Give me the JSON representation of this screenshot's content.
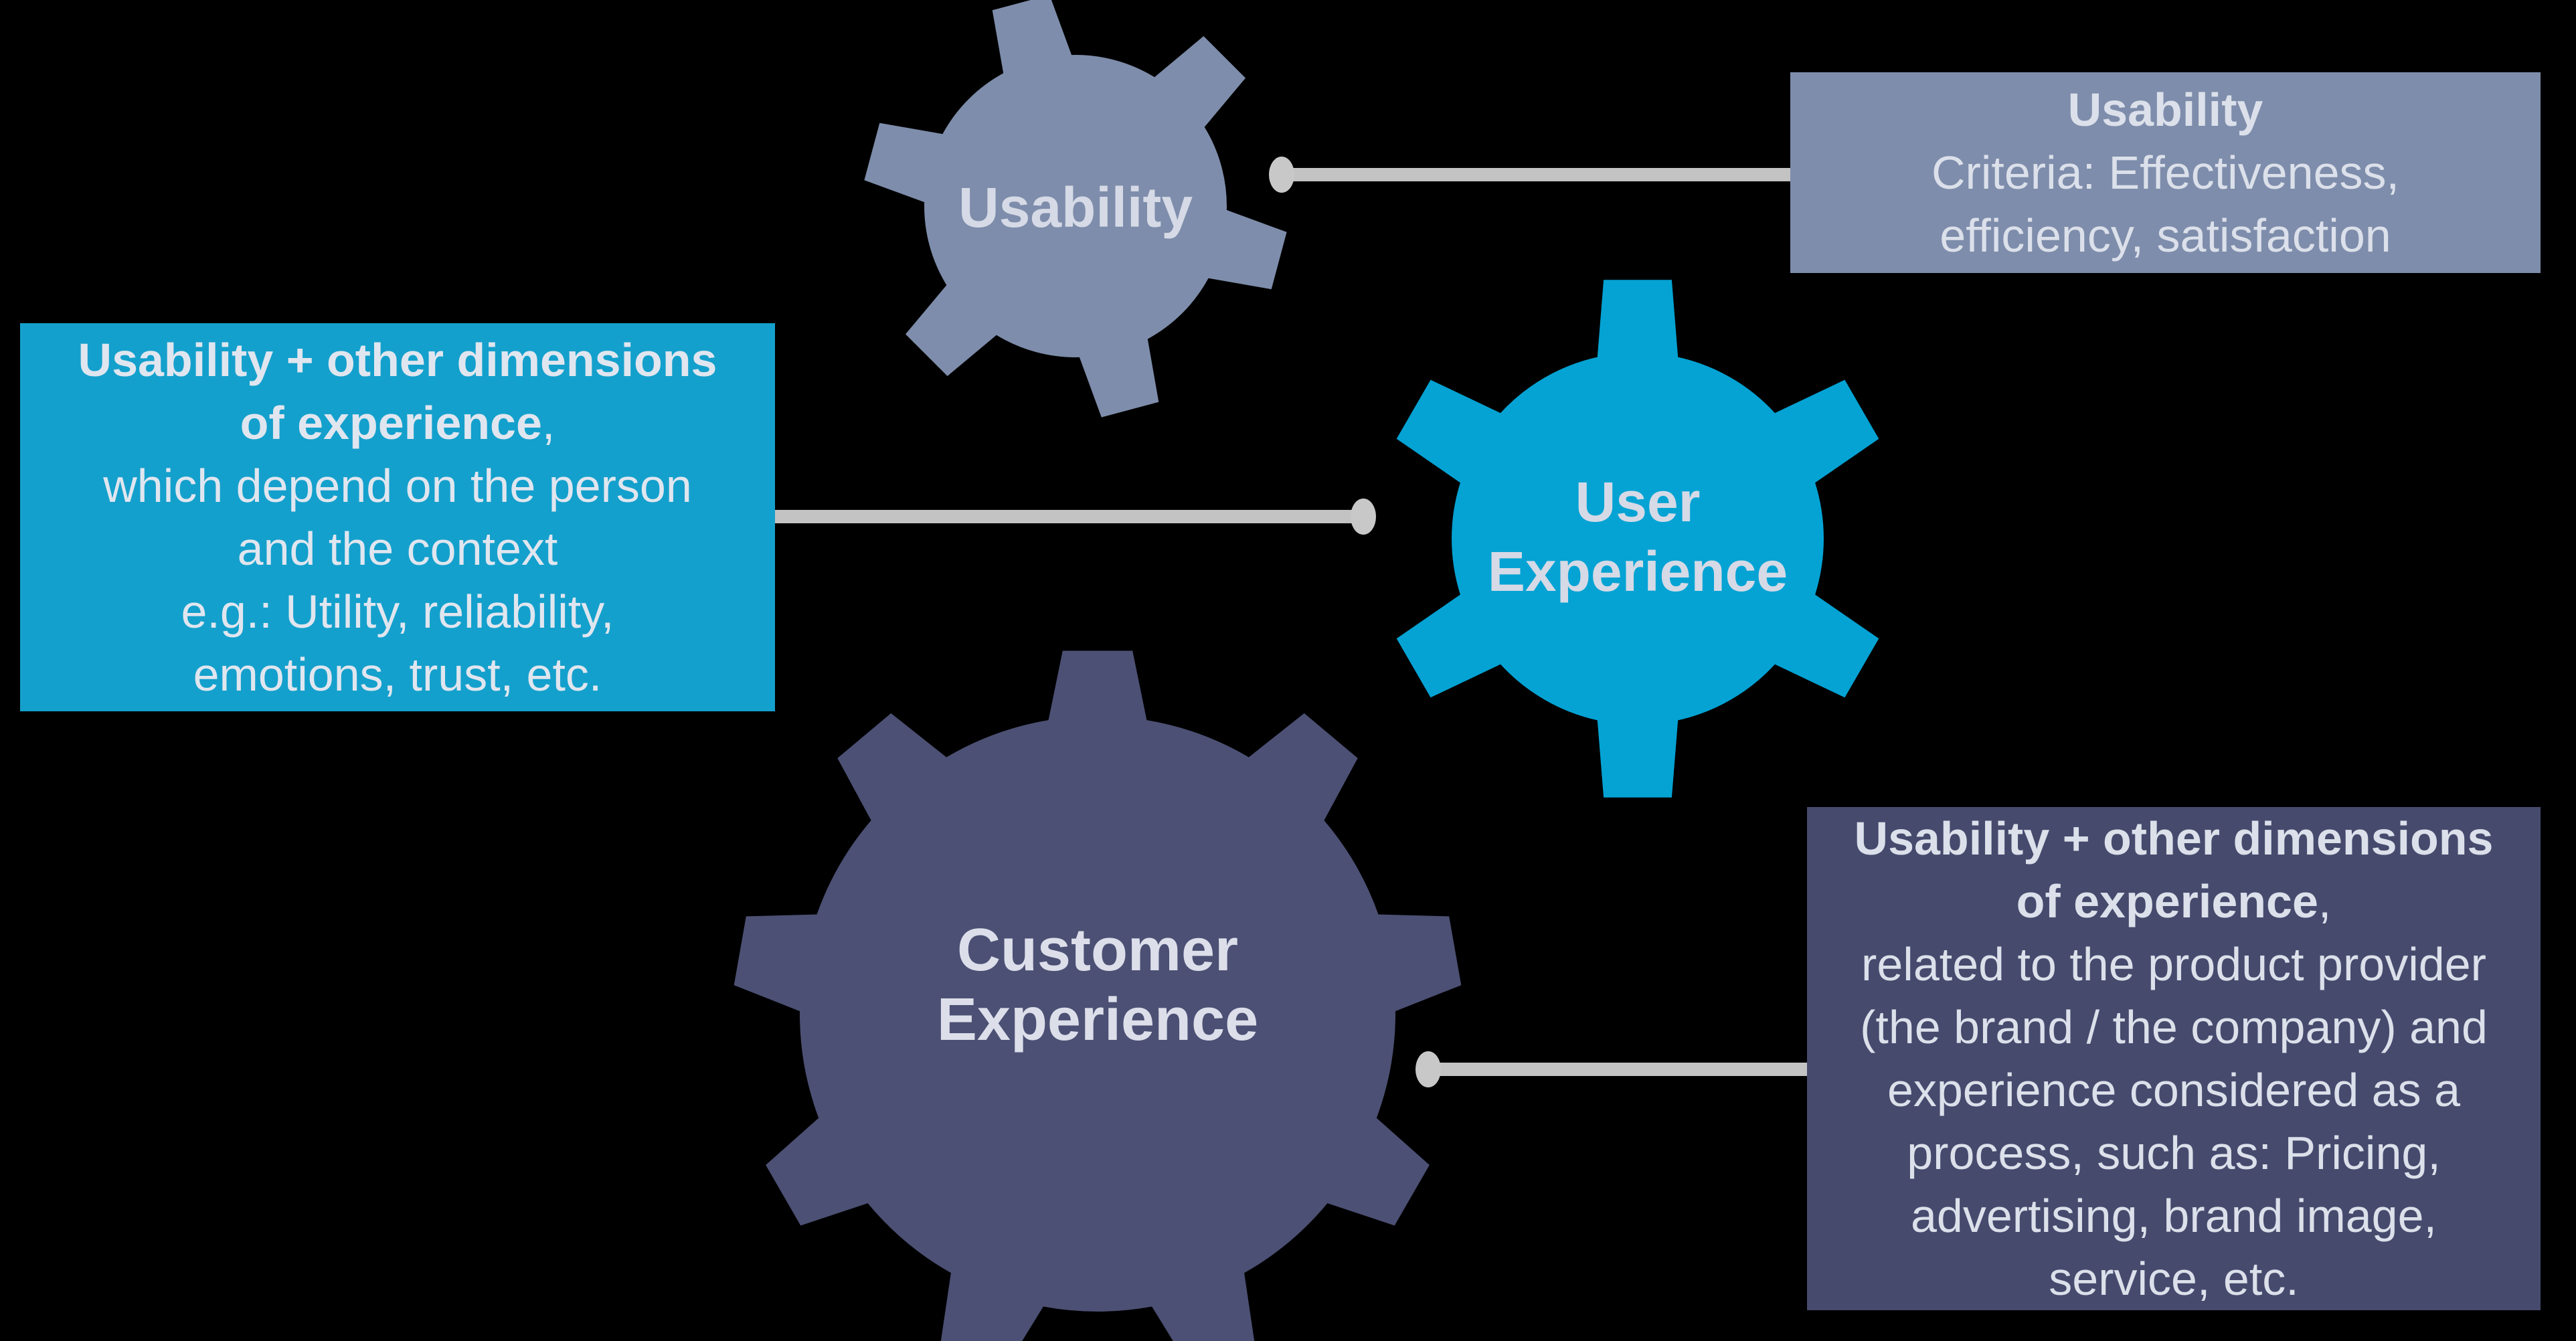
{
  "background_color": "#000000",
  "gears": {
    "usability": {
      "label_lines": [
        "Usability"
      ],
      "color": "#7E8DAB",
      "text_color": "#D5DAE6"
    },
    "user_experience": {
      "label_lines": [
        "User",
        "Experience"
      ],
      "color": "#04A3D4",
      "text_color": "#D5DAE6"
    },
    "customer_experience": {
      "label_lines": [
        "Customer",
        "Experience"
      ],
      "color": "#4C5074",
      "text_color": "#DCDFEA"
    }
  },
  "connectors": {
    "line_color": "#C3C3C3",
    "dot_color": "#C8C8C8"
  },
  "boxes": {
    "usability_criteria": {
      "bg_color": "#7E8DAB",
      "text_color": "#DBE0EA",
      "lines": [
        {
          "segments": [
            {
              "text": "Usability",
              "bold": true
            }
          ]
        },
        {
          "segments": [
            {
              "text": "Criteria: Effectiveness,",
              "bold": false
            }
          ]
        },
        {
          "segments": [
            {
              "text": "efficiency, satisfaction",
              "bold": false
            }
          ]
        }
      ]
    },
    "ux_dimensions": {
      "bg_color": "#14A0CC",
      "text_color": "#E0E6EF",
      "lines": [
        {
          "segments": [
            {
              "text": "Usability + other dimensions",
              "bold": true
            }
          ]
        },
        {
          "segments": [
            {
              "text": "of experience",
              "bold": true
            },
            {
              "text": ",",
              "bold": false
            }
          ]
        },
        {
          "segments": [
            {
              "text": "which depend on the person",
              "bold": false
            }
          ]
        },
        {
          "segments": [
            {
              "text": "and the context",
              "bold": false
            }
          ]
        },
        {
          "segments": [
            {
              "text": "e.g.: Utility, reliability,",
              "bold": false
            }
          ]
        },
        {
          "segments": [
            {
              "text": "emotions, trust, etc.",
              "bold": false
            }
          ]
        }
      ]
    },
    "cx_dimensions": {
      "bg_color": "#464A6D",
      "text_color": "#DBE0EA",
      "lines": [
        {
          "segments": [
            {
              "text": "Usability + other dimensions",
              "bold": true
            }
          ]
        },
        {
          "segments": [
            {
              "text": "of experience",
              "bold": true
            },
            {
              "text": ",",
              "bold": false
            }
          ]
        },
        {
          "segments": [
            {
              "text": "related to the product provider",
              "bold": false
            }
          ]
        },
        {
          "segments": [
            {
              "text": "(the brand / the company) and",
              "bold": false
            }
          ]
        },
        {
          "segments": [
            {
              "text": "experience considered as a",
              "bold": false
            }
          ]
        },
        {
          "segments": [
            {
              "text": "process, such as: Pricing,",
              "bold": false
            }
          ]
        },
        {
          "segments": [
            {
              "text": "advertising, brand image,",
              "bold": false
            }
          ]
        },
        {
          "segments": [
            {
              "text": "service, etc.",
              "bold": false
            }
          ]
        }
      ]
    }
  }
}
